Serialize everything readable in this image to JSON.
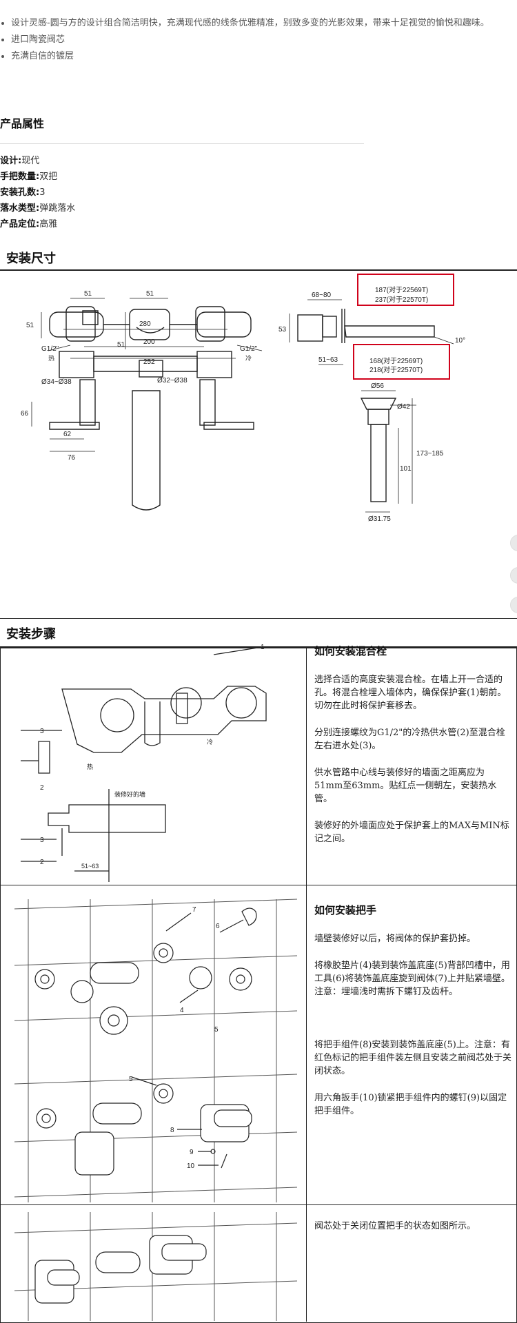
{
  "features": [
    "设计灵感-圆与方的设计组合简洁明快，充满现代感的线条优雅精准，别致多变的光影效果，带来十足视觉的愉悦和趣味。",
    "进口陶瓷阀芯",
    "充满自信的镀层"
  ],
  "attributes": {
    "title": "产品属性",
    "items": [
      {
        "label": "设计:",
        "value": "现代"
      },
      {
        "label": "手把数量:",
        "value": "双把"
      },
      {
        "label": "安装孔数:",
        "value": "3"
      },
      {
        "label": "落水类型:",
        "value": "弹跳落水"
      },
      {
        "label": "产品定位:",
        "value": "高雅"
      }
    ]
  },
  "dimensions": {
    "title": "安装尺寸",
    "labels": {
      "d51a": "51",
      "d51b": "51",
      "d51c": "51",
      "d51d": "51",
      "g12l": "G1/2\"",
      "g12r": "G1/2\"",
      "hot": "热",
      "cold": "冷",
      "d252": "252",
      "d68_80": "68~80",
      "d53": "53",
      "d51_63": "51~63",
      "deg10": "10°",
      "box1_l1": "187(对于22569T)",
      "box1_l2": "237(对于22570T)",
      "box2_l1": "168(对于22569T)",
      "box2_l2": "218(对于22570T)",
      "d280": "280",
      "d200": "200",
      "d34_38": "Ø34~Ø38",
      "d32_38": "Ø32~Ø38",
      "d66": "66",
      "d62": "62",
      "d76": "76",
      "d56": "Ø56",
      "d42": "Ø42",
      "d173_185": "173~185",
      "d101": "101",
      "d31_75": "Ø31.75"
    },
    "highlight_color": "#d0021b"
  },
  "steps": {
    "title": "安装步骤",
    "blocks": [
      {
        "heading": "如何安装混合栓",
        "paras": [
          "选择合适的高度安装混合栓。在墙上开一合适的孔。将混合栓埋入墙体内，确保保护套(1)朝前。切勿在此时将保护套移去。",
          "分别连接螺纹为G1/2\"的冷热供水管(2)至混合栓左右进水处(3)。",
          "供水管路中心线与装修好的墙面之距离应为51mm至63mm。贴红点一侧朝左，安装热水管。",
          "装修好的外墙面应处于保护套上的MAX与MIN标记之间。"
        ],
        "figure_labels": {
          "n1": "1",
          "n2": "2",
          "n3": "3",
          "n2b": "2",
          "n3b": "3",
          "hot": "热",
          "cold": "冷",
          "wall": "装修好的墙",
          "d51_63": "51~63"
        }
      },
      {
        "heading": "如何安装把手",
        "paras": [
          "墙壁装修好以后，将阀体的保护套扔掉。",
          "将橡胶垫片(4)装到装饰盖底座(5)背部凹槽中，用工具(6)将装饰盖底座旋到阀体(7)上并贴紧墙壁。注意：埋墙浅时需拆下螺钉及齿杆。",
          "将把手组件(8)安装到装饰盖底座(5)上。注意：有红色标记的把手组件装左侧且安装之前阀芯处于关闭状态。",
          "用六角扳手(10)锁紧把手组件内的螺钉(9)以固定把手组件。"
        ],
        "figure_labels": {
          "n7": "7",
          "n6": "6",
          "n4": "4",
          "n5": "5",
          "n5b": "5",
          "n8": "8",
          "n9": "9",
          "n10": "10"
        }
      },
      {
        "heading": "",
        "paras": [
          "阀芯处于关闭位置把手的状态如图所示。"
        ]
      }
    ]
  }
}
